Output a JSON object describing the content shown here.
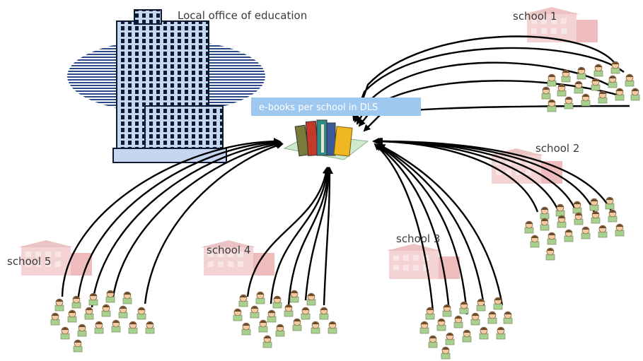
{
  "labels": {
    "office": "Local office of education",
    "banner": "e-books per school in DLS",
    "school1": "school 1",
    "school2": "school 2",
    "school3": "school 3",
    "school4": "school 4",
    "school5": "school 5"
  },
  "colors": {
    "banner": "#9fc8f0",
    "ellipse": "#2c4a88",
    "building_fill": "#c6d6ee",
    "arrow": "#000000",
    "school_faded": "#f3d3d3",
    "student_skin": "#f3c9a0",
    "student_hair": "#6b4a2a",
    "student_desk": "#a8d090"
  },
  "icons": [
    "office-building-icon",
    "books-icon",
    "school-building-icon",
    "student-group-icon"
  ]
}
